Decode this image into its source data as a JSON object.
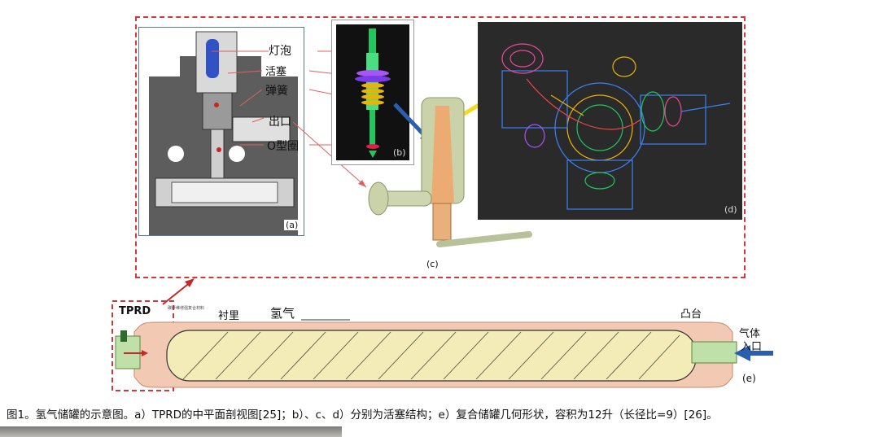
{
  "panel_a": {
    "label": "(a)",
    "callouts": [
      "灯泡",
      "活塞",
      "弹簧",
      "出口",
      "O型圈"
    ]
  },
  "panel_b": {
    "label": "(b)"
  },
  "panel_c": {
    "label": "(c)"
  },
  "panel_d": {
    "label": "(d)"
  },
  "tank": {
    "label_tprd": "TPRD",
    "label_lining": "衬里",
    "label_hydrogen": "氢气",
    "label_boss": "凸台",
    "label_inlet_line1": "气体",
    "label_inlet_line2": "入口",
    "label_e": "(e)",
    "tiny_text": "碳纤维增强复合材料"
  },
  "caption": "图1。氢气储罐的示意图。a）TPRD的中平面剖视图[25]；b）、c、d）分别为活塞结构；e）复合储罐几何形状，容积为12升（长径比=9）[26]。",
  "colors": {
    "frame_red": "#d03a3a",
    "tank_fill": "#f3ecb8",
    "composite": "#f2c9b3",
    "tprd_green": "#bfe0a8",
    "arrow_blue": "#2a5fb0"
  }
}
